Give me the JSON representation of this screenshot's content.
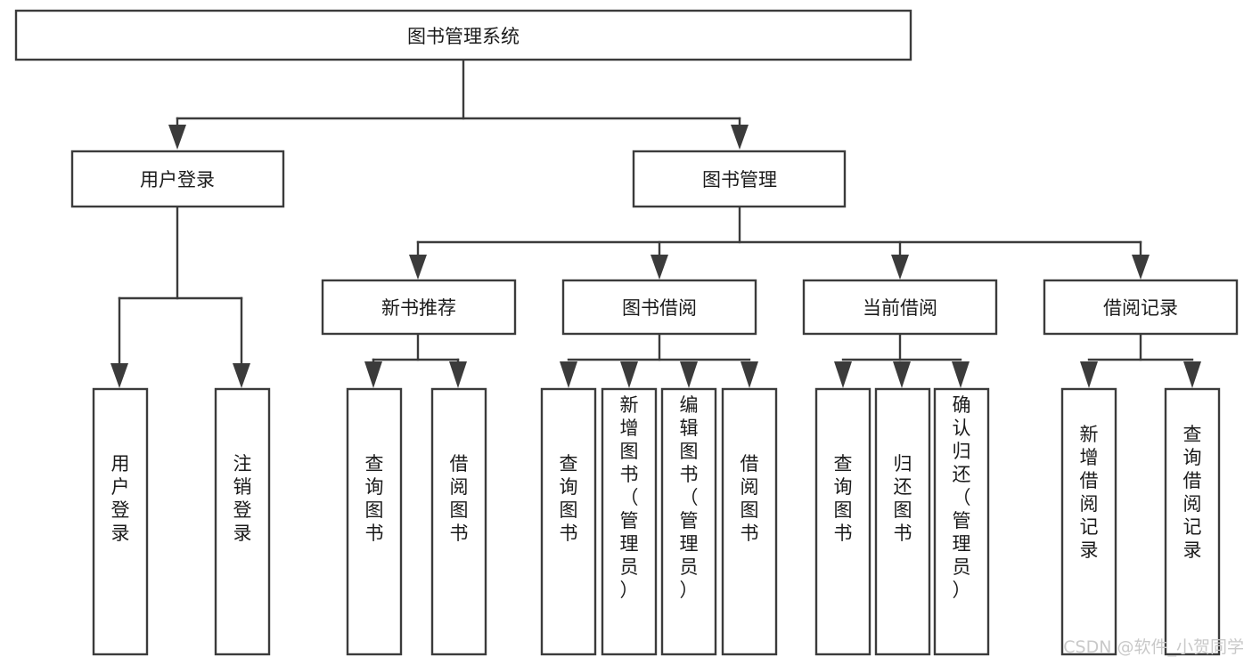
{
  "diagram": {
    "type": "tree-hierarchy-chart",
    "title": "图书管理系统",
    "root": {
      "id": "root",
      "label": "图书管理系统",
      "level": 0
    },
    "level2": [
      {
        "id": "user-login",
        "label": "用户登录"
      },
      {
        "id": "book-management",
        "label": "图书管理"
      }
    ],
    "level3": [
      {
        "id": "new-book-recommend",
        "label": "新书推荐",
        "parent": "book-management"
      },
      {
        "id": "book-borrow",
        "label": "图书借阅",
        "parent": "book-management"
      },
      {
        "id": "current-borrow",
        "label": "当前借阅",
        "parent": "book-management"
      },
      {
        "id": "borrow-record",
        "label": "借阅记录",
        "parent": "book-management"
      }
    ],
    "leaves": [
      {
        "id": "leaf-user-login",
        "label": "用户登录",
        "parent": "user-login"
      },
      {
        "id": "leaf-logout-login",
        "label": "注销登录",
        "parent": "user-login"
      },
      {
        "id": "leaf-query-book-1",
        "label": "查询图书",
        "parent": "new-book-recommend"
      },
      {
        "id": "leaf-borrow-book-1",
        "label": "借阅图书",
        "parent": "new-book-recommend"
      },
      {
        "id": "leaf-query-book-2",
        "label": "查询图书",
        "parent": "book-borrow"
      },
      {
        "id": "leaf-add-book",
        "label": "新增图书（管理员）",
        "parent": "book-borrow"
      },
      {
        "id": "leaf-edit-book",
        "label": "编辑图书（管理员）",
        "parent": "book-borrow"
      },
      {
        "id": "leaf-borrow-book-2",
        "label": "借阅图书",
        "parent": "book-borrow"
      },
      {
        "id": "leaf-query-book-3",
        "label": "查询图书",
        "parent": "current-borrow"
      },
      {
        "id": "leaf-return-book",
        "label": "归还图书",
        "parent": "current-borrow"
      },
      {
        "id": "leaf-confirm-return",
        "label": "确认归还（管理员）",
        "parent": "current-borrow"
      },
      {
        "id": "leaf-add-record",
        "label": "新增借阅记录",
        "parent": "borrow-record"
      },
      {
        "id": "leaf-query-record",
        "label": "查询借阅记录",
        "parent": "borrow-record"
      }
    ]
  },
  "watermark": {
    "text": "CSDN @软件_小贺同学"
  },
  "colors": {
    "stroke": "#3b3b3b",
    "box_fill": "#ffffff",
    "text": "#1b1b1b",
    "watermark": "#c9c9c9",
    "background": "#ffffff"
  }
}
